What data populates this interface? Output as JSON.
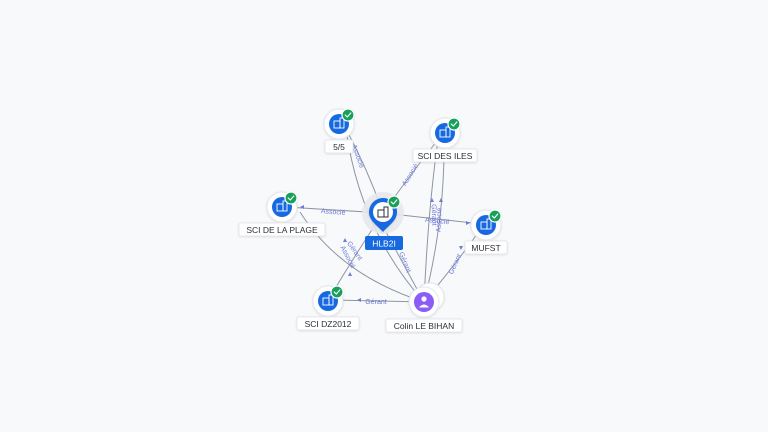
{
  "colors": {
    "company": "#1769e0",
    "verified": "#18a05a",
    "person": "#8b5cf6",
    "relation_label": "#6f7bd6",
    "edge": "#8e95a3"
  },
  "nodes": {
    "center": {
      "label": "HLB2I",
      "icon": "building-icon",
      "verified": true
    },
    "n55": {
      "label": "5/5",
      "icon": "building-icon",
      "verified": true
    },
    "sci_des_iles": {
      "label": "SCI DES ILES",
      "icon": "building-icon",
      "verified": true
    },
    "sci_de_la_plage": {
      "label": "SCI DE LA PLAGE",
      "icon": "building-icon",
      "verified": true
    },
    "mufst": {
      "label": "MUFST",
      "icon": "building-icon",
      "verified": true
    },
    "sci_dz2012": {
      "label": "SCI DZ2012",
      "icon": "building-icon",
      "verified": true
    },
    "colin": {
      "label": "Colin LE BIHAN",
      "icon": "person-icon",
      "verified": false
    }
  },
  "relations": {
    "center_55": "Associé",
    "center_des_iles": "Associé",
    "center_plage": "Associé",
    "center_mufst": "Associé",
    "center_dz": "Associé",
    "colin_center": "Gérant",
    "colin_dz": "Gérant",
    "colin_plage": "Gérant",
    "colin_mufst": "Gérant",
    "colin_des_iles_1": "Gérant",
    "colin_des_iles_2": "Associé"
  }
}
